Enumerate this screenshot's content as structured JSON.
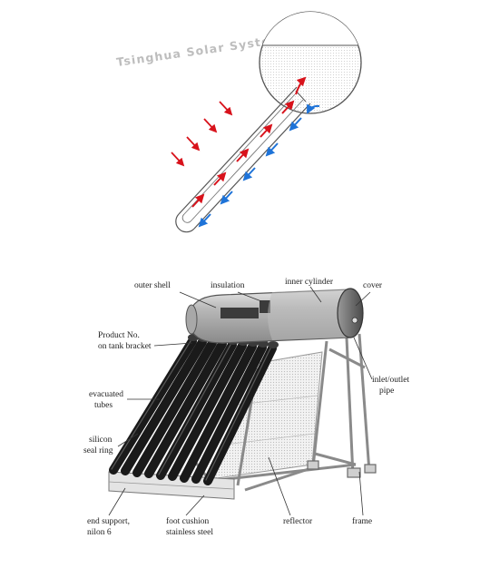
{
  "brand": "Tsinghua Solar Systems Ltd.",
  "colors": {
    "hot_arrow": "#d8121b",
    "cold_arrow": "#1e73d8",
    "outline": "#555555",
    "label_text": "#222222",
    "tube_dark": "#1c1c1c",
    "tank_gray": "#b4b4b4"
  },
  "labels": {
    "outer_shell": "outer shell",
    "insulation": "insulation",
    "inner_cylinder": "inner cylinder",
    "cover": "cover",
    "product_no_line1": "Product No.",
    "product_no_line2": "on tank bracket",
    "inlet_outlet_line1": "inlet/outlet",
    "inlet_outlet_line2": "pipe",
    "evacuated_tubes_line1": "evacuated",
    "evacuated_tubes_line2": "tubes",
    "silicon_seal_line1": "silicon",
    "silicon_seal_line2": "seal ring",
    "end_support_line1": "end support,",
    "end_support_line2": "nilon 6",
    "foot_cushion_line1": "foot cushion",
    "foot_cushion_line2": "stainless steel",
    "reflector": "reflector",
    "frame": "frame"
  },
  "icons": {
    "sun_rays": "incoming-sunlight-arrow",
    "hot_flow": "hot-water-up-arrow",
    "cold_flow": "cold-water-down-arrow"
  }
}
